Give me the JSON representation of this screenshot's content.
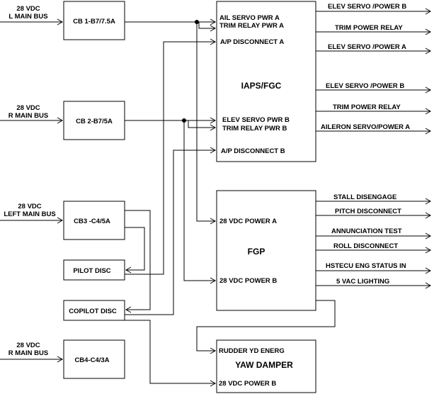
{
  "sources": {
    "l_main_bus": {
      "line1": "28 VDC",
      "line2": "L MAIN BUS"
    },
    "r_main_bus": {
      "line1": "28 VDC",
      "line2": "R MAIN BUS"
    },
    "left_main_bus": {
      "line1": "28 VDC",
      "line2": "LEFT MAIN BUS"
    },
    "r_main_bus_2": {
      "line1": "28 VDC",
      "line2": "R MAIN BUS"
    }
  },
  "breakers": {
    "cb1": "CB 1-B7/7.5A",
    "cb2": "CB 2-B7/5A",
    "cb3": "CB3 -C4/5A",
    "cb4": "CB4-C4/3A"
  },
  "switches": {
    "pilot_disc": "PILOT DISC",
    "copilot_disc": "COPILOT DISC"
  },
  "iaps": {
    "title": "IAPS/FGC",
    "inputs": {
      "ail_servo_pwr_a": "AIL SERVO PWR A",
      "trim_relay_pwr_a": "TRIM RELAY PWR A",
      "ap_disconnect_a": "A/P DISCONNECT A",
      "elev_servo_pwr_b": "ELEV SERVO PWR B",
      "trim_relay_pwr_b": "TRIM RELAY PWR B",
      "ap_disconnect_b": "A/P DISCONNECT B"
    },
    "outputs": [
      "ELEV SERVO /POWER B",
      "TRIM POWER RELAY",
      "ELEV SERVO /POWER A",
      "ELEV SERVO /POWER B",
      "TRIM POWER RELAY",
      "AILERON SERVO/POWER A"
    ]
  },
  "fgp": {
    "title": "FGP",
    "inputs": {
      "power_a": "28 VDC POWER A",
      "power_b": "28 VDC POWER B"
    },
    "outputs": [
      "STALL DISENGAGE",
      "PITCH DISCONNECT",
      "ANNUNCIATION TEST",
      "ROLL DISCONNECT",
      "HSTECU ENG  STATUS IN",
      "5  VAC LIGHTING"
    ]
  },
  "yaw_damper": {
    "title": "YAW DAMPER",
    "inputs": {
      "rudder_yd_energ": "RUDDER YD ENERG",
      "power_b": "28 VDC POWER B"
    }
  }
}
